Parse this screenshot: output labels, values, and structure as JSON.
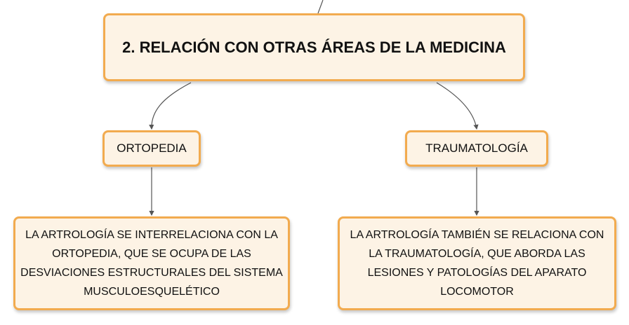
{
  "title": "2. RELACIÓN CON OTRAS ÁREAS DE LA MEDICINA",
  "branches": [
    {
      "label": "ORTOPEDIA",
      "description": "LA ARTROLOGÍA SE INTERRELACIONA CON LA ORTOPEDIA, QUE SE OCUPA DE LAS DESVIACIONES ESTRUCTURALES DEL SISTEMA MUSCULOESQUELÉTICO"
    },
    {
      "label": "TRAUMATOLOGÍA",
      "description": "LA ARTROLOGÍA TAMBIÉN SE RELACIONA CON LA TRAUMATOLOGÍA, QUE ABORDA LAS LESIONES Y PATOLOGÍAS DEL APARATO LOCOMOTOR"
    }
  ],
  "colors": {
    "node_fill": "#fdf3e5",
    "node_border": "#f2ab4f",
    "connector": "#555555"
  }
}
